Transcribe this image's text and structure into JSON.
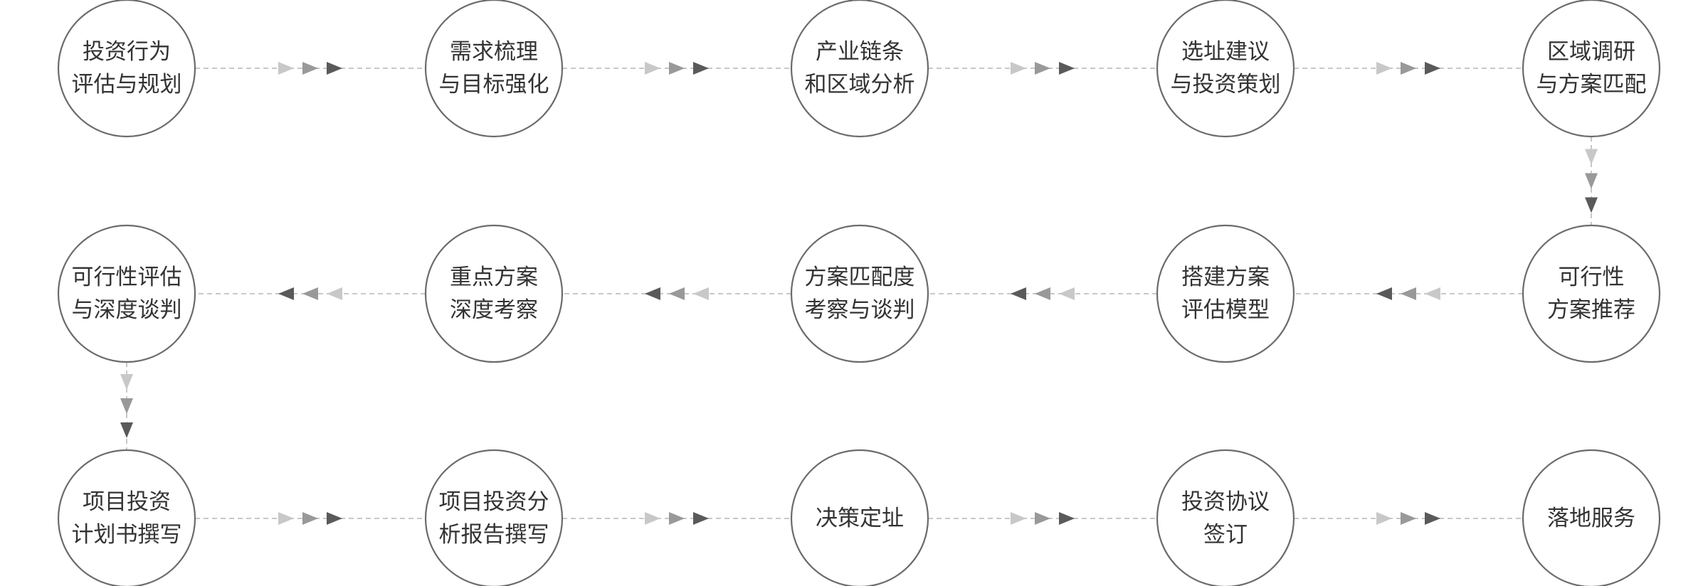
{
  "diagram": {
    "type": "process-flow",
    "steps": [
      {
        "id": 1,
        "lines": [
          "投资行为",
          "评估与规划"
        ]
      },
      {
        "id": 2,
        "lines": [
          "需求梳理",
          "与目标强化"
        ]
      },
      {
        "id": 3,
        "lines": [
          "产业链条",
          "和区域分析"
        ]
      },
      {
        "id": 4,
        "lines": [
          "选址建议",
          "与投资策划"
        ]
      },
      {
        "id": 5,
        "lines": [
          "区域调研",
          "与方案匹配"
        ]
      },
      {
        "id": 6,
        "lines": [
          "可行性",
          "方案推荐"
        ]
      },
      {
        "id": 7,
        "lines": [
          "搭建方案",
          "评估模型"
        ]
      },
      {
        "id": 8,
        "lines": [
          "方案匹配度",
          "考察与谈判"
        ]
      },
      {
        "id": 9,
        "lines": [
          "重点方案",
          "深度考察"
        ]
      },
      {
        "id": 10,
        "lines": [
          "可行性评估",
          "与深度谈判"
        ]
      },
      {
        "id": 11,
        "lines": [
          "项目投资",
          "计划书撰写"
        ]
      },
      {
        "id": 12,
        "lines": [
          "项目投资分",
          "析报告撰写"
        ]
      },
      {
        "id": 13,
        "lines": [
          "决策定址"
        ]
      },
      {
        "id": 14,
        "lines": [
          "投资协议",
          "签订"
        ]
      },
      {
        "id": 15,
        "lines": [
          "落地服务"
        ]
      }
    ],
    "colors": {
      "circle_stroke": "#6b6b6b",
      "connector": "#c8c8c8",
      "arrow_light": "#c8c8c8",
      "arrow_mid": "#999999",
      "arrow_dark": "#5a5a5a",
      "text": "#333333"
    }
  }
}
